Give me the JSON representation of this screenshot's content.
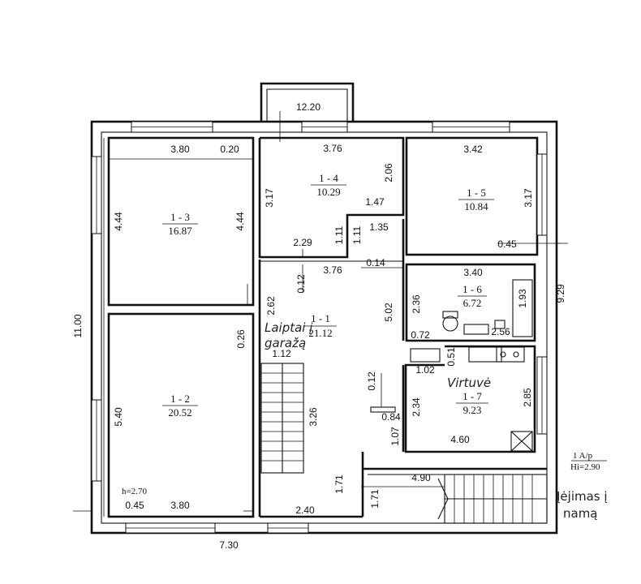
{
  "rooms": [
    {
      "id": "1 - 1",
      "area": "21.12"
    },
    {
      "id": "1 - 2",
      "area": "20.52"
    },
    {
      "id": "1 - 3",
      "area": "16.87"
    },
    {
      "id": "1 - 4",
      "area": "10.29"
    },
    {
      "id": "1 - 5",
      "area": "10.84"
    },
    {
      "id": "1 - 6",
      "area": "6.72"
    },
    {
      "id": "1 - 7",
      "area": "9.23"
    }
  ],
  "labels": {
    "stairs_garage_line1": "Laiptai į",
    "stairs_garage_line2": "garažą",
    "kitchen": "Virtuvė",
    "entrance_line1": "Įėjimas į",
    "entrance_line2": "namą"
  },
  "legend": {
    "line1": "1 A/p",
    "line2": "Hi=2.90"
  },
  "height_note": "h=2.70",
  "dimensions": {
    "d1220": "12.20",
    "d380_top": "3.80",
    "d020": "0.20",
    "d376_top": "3.76",
    "d342": "3.42",
    "d317_left": "3.17",
    "d206": "2.06",
    "d147": "1.47",
    "d317_right": "3.17",
    "d444_left": "4.44",
    "d444_right": "4.44",
    "d135": "1.35",
    "d111_a": "1.11",
    "d111_b": "1.11",
    "d229": "2.29",
    "d045_top": "0.45",
    "d376_mid": "3.76",
    "d014": "0.14",
    "d340": "3.40",
    "d929": "9.29",
    "d012_a": "0.12",
    "d262": "2.62",
    "d502": "5.02",
    "d236": "2.36",
    "d193": "1.93",
    "d1100": "11.00",
    "d026": "0.26",
    "d112": "1.12",
    "d072": "0.72",
    "d256": "2.56",
    "d051": "0.51",
    "d102": "1.02",
    "d012_b": "0.12",
    "d540": "5.40",
    "d326": "3.26",
    "d084": "0.84",
    "d234": "2.34",
    "d285": "2.85",
    "d107": "1.07",
    "d460": "4.60",
    "d490": "4.90",
    "d171_a": "1.71",
    "d171_b": "1.71",
    "d045_bottom": "0.45",
    "d380_bottom": "3.80",
    "d240": "2.40",
    "d730": "7.30"
  }
}
